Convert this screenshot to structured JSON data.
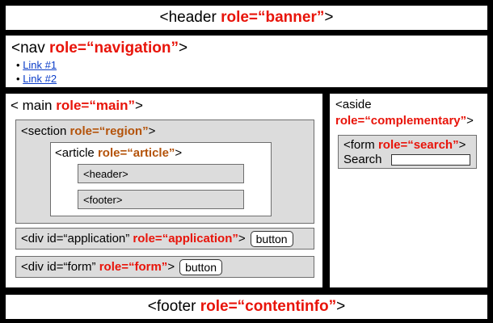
{
  "header": {
    "tag": "<header ",
    "role": "role=“banner”",
    "close": ">"
  },
  "nav": {
    "tag": "<nav ",
    "role": "role=“navigation”",
    "close": ">",
    "links": [
      "Link #1",
      "Link #2"
    ]
  },
  "main": {
    "tag": "< main ",
    "role": "role=“main”",
    "close": ">",
    "section": {
      "tag": "<section ",
      "role": "role=“region”",
      "close": ">"
    },
    "article": {
      "tag": "<article ",
      "role": "role=“article”",
      "close": ">",
      "inner_header": "<header>",
      "inner_footer": "<footer>"
    },
    "application": {
      "tag": "<div id=“application” ",
      "role": "role=“application”",
      "close": ">",
      "button": "button"
    },
    "form": {
      "tag": "<div id=“form” ",
      "role": "role=“form”",
      "close": ">",
      "button": "button"
    }
  },
  "aside": {
    "tag": "<aside",
    "role": "role=“complementary”",
    "close": ">",
    "form": {
      "tag": "<form ",
      "role": "role=“search”",
      "close": ">",
      "search_label": "Search"
    }
  },
  "footer": {
    "tag": "<footer ",
    "role": "role=“contentinfo”",
    "close": ">"
  },
  "colors": {
    "role": "#e8140a",
    "role_secondary": "#b4530a",
    "link": "#0a3cc8",
    "inner_box": "#dcdcdc"
  }
}
